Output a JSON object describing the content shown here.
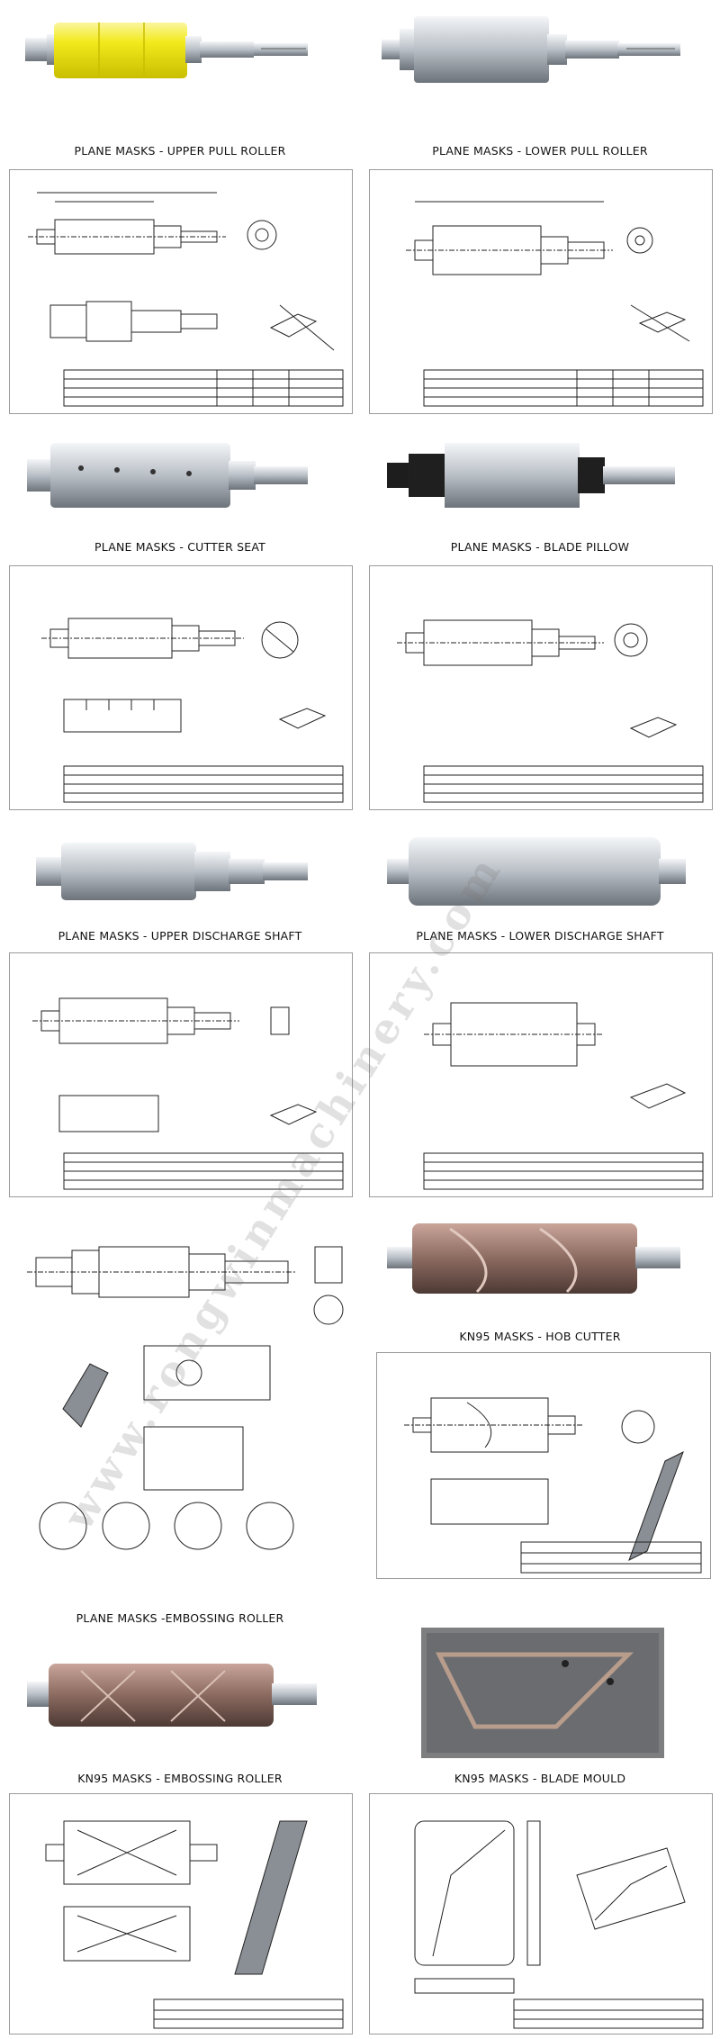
{
  "captions": {
    "upper_pull_roller": "PLANE MASKS - UPPER PULL ROLLER",
    "lower_pull_roller": "PLANE MASKS - LOWER PULL ROLLER",
    "cutter_seat": "PLANE MASKS - CUTTER SEAT",
    "blade_pillow": "PLANE MASKS - BLADE PILLOW",
    "upper_discharge_shaft": "PLANE MASKS - UPPER DISCHARGE SHAFT",
    "lower_discharge_shaft": "PLANE MASKS - LOWER DISCHARGE SHAFT",
    "kn95_hob_cutter": "KN95 MASKS - HOB CUTTER",
    "embossing_roller": "PLANE MASKS -EMBOSSING ROLLER",
    "kn95_embossing_roller": "KN95 MASKS - EMBOSSING ROLLER",
    "kn95_blade_mould": "KN95 MASKS - BLADE MOULD"
  },
  "watermark": "www.rongwinmachinery.com",
  "colors": {
    "yellow_roller": "#f2ea1c",
    "steel_light": "#e6e9ec",
    "steel_dark": "#6d737a",
    "line": "#222222"
  }
}
